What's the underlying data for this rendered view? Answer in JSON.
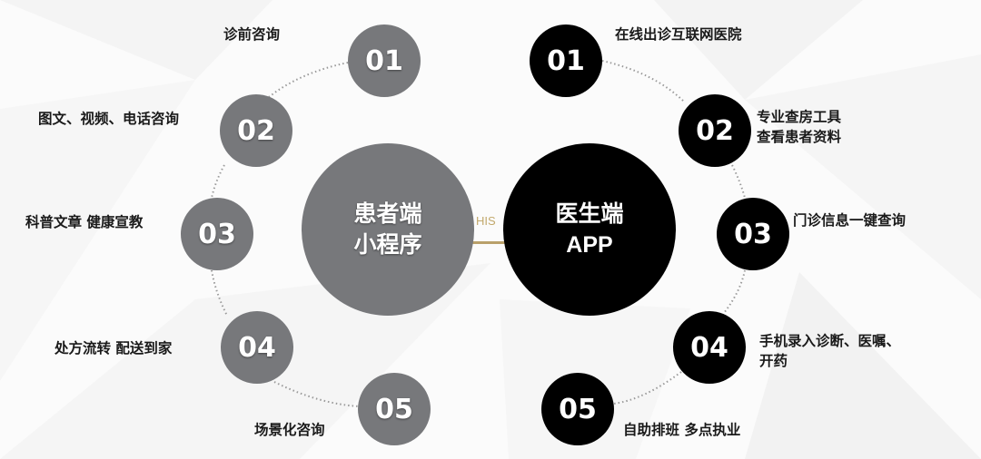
{
  "colors": {
    "patient_accent": "#77787b",
    "doctor_accent": "#000000",
    "link_accent": "#b9a06a",
    "label_text": "#1a1a1a"
  },
  "center": {
    "patient": {
      "line1": "患者端",
      "line2": "小程序"
    },
    "doctor": {
      "line1": "医生端",
      "line2": "APP"
    },
    "link_label": "HIS"
  },
  "patient_items": [
    {
      "number": "01",
      "label": "诊前咨询"
    },
    {
      "number": "02",
      "label": "图文、视频、电话咨询"
    },
    {
      "number": "03",
      "label": "科普文章 健康宣教"
    },
    {
      "number": "04",
      "label": "处方流转 配送到家"
    },
    {
      "number": "05",
      "label": "场景化咨询"
    }
  ],
  "doctor_items": [
    {
      "number": "01",
      "label": "在线出诊互联网医院"
    },
    {
      "number": "02",
      "label_line1": "专业查房工具",
      "label_line2": "查看患者资料"
    },
    {
      "number": "03",
      "label": "门诊信息一键查询"
    },
    {
      "number": "04",
      "label_line1": "手机录入诊断、医嘱、",
      "label_line2": "开药"
    },
    {
      "number": "05",
      "label": "自助排班 多点执业"
    }
  ]
}
